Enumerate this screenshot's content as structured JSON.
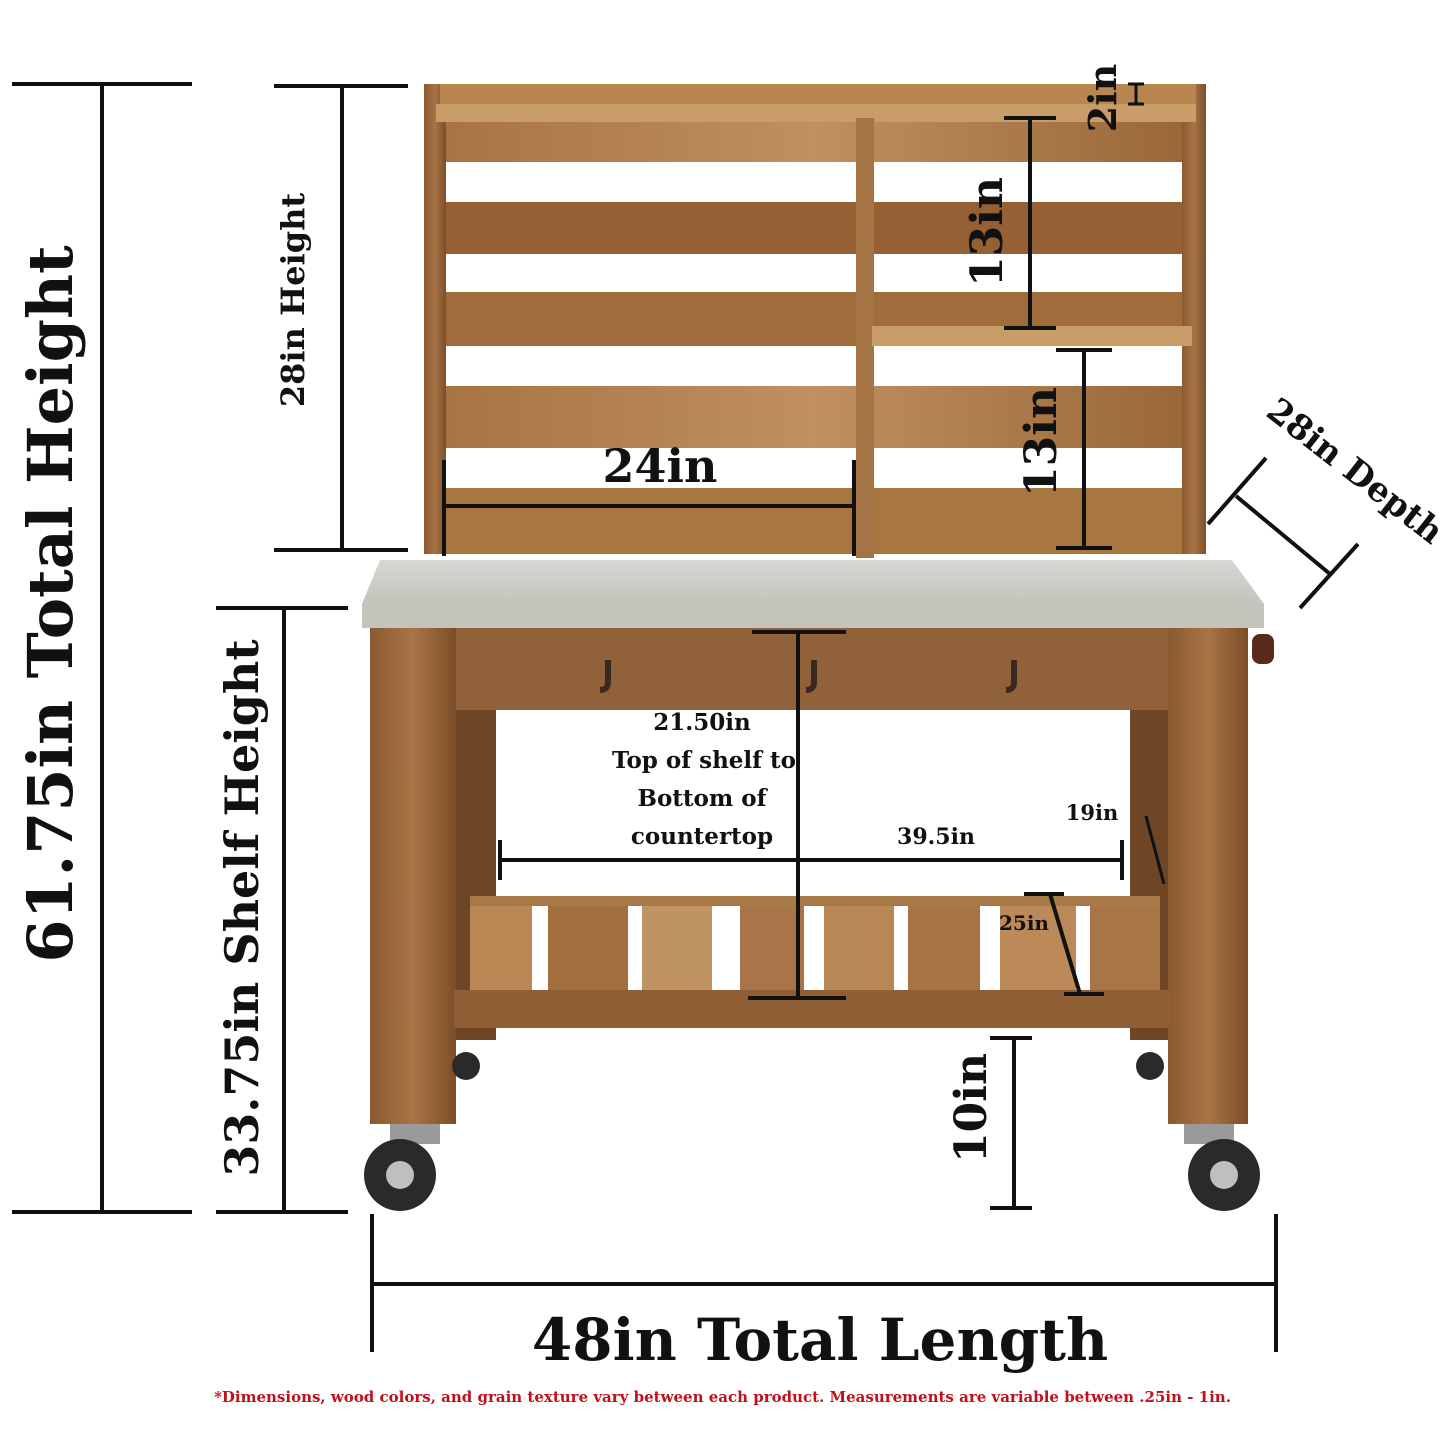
{
  "labels": {
    "total_height": "61.75in Total Height",
    "shelf_height": "33.75in Shelf Height",
    "backsplash_height": "28in Height",
    "top_lip": "2in",
    "upper_cubby": "13in",
    "lower_cubby": "13in",
    "back_width": "24in",
    "depth": "28in Depth",
    "shelf_gap_value": "21.50in",
    "shelf_gap_line1": "Top of shelf to",
    "shelf_gap_line2": "Bottom of",
    "shelf_gap_line3": "countertop",
    "shelf_width": "39.5in",
    "leg_depth": "19in",
    "slat_depth": "25in",
    "clearance": "10in",
    "total_length": "48in Total Length"
  },
  "note": "*Dimensions, wood colors, and grain texture vary between each product.  Measurements are variable between .25in - 1in.",
  "colors": {
    "wood_light": "#b98a55",
    "wood_mid": "#9c6a3a",
    "wood_dark": "#7a4e28",
    "steel": "#c9c9c2",
    "dimension_line": "#111111",
    "note_red": "#c0101a"
  }
}
